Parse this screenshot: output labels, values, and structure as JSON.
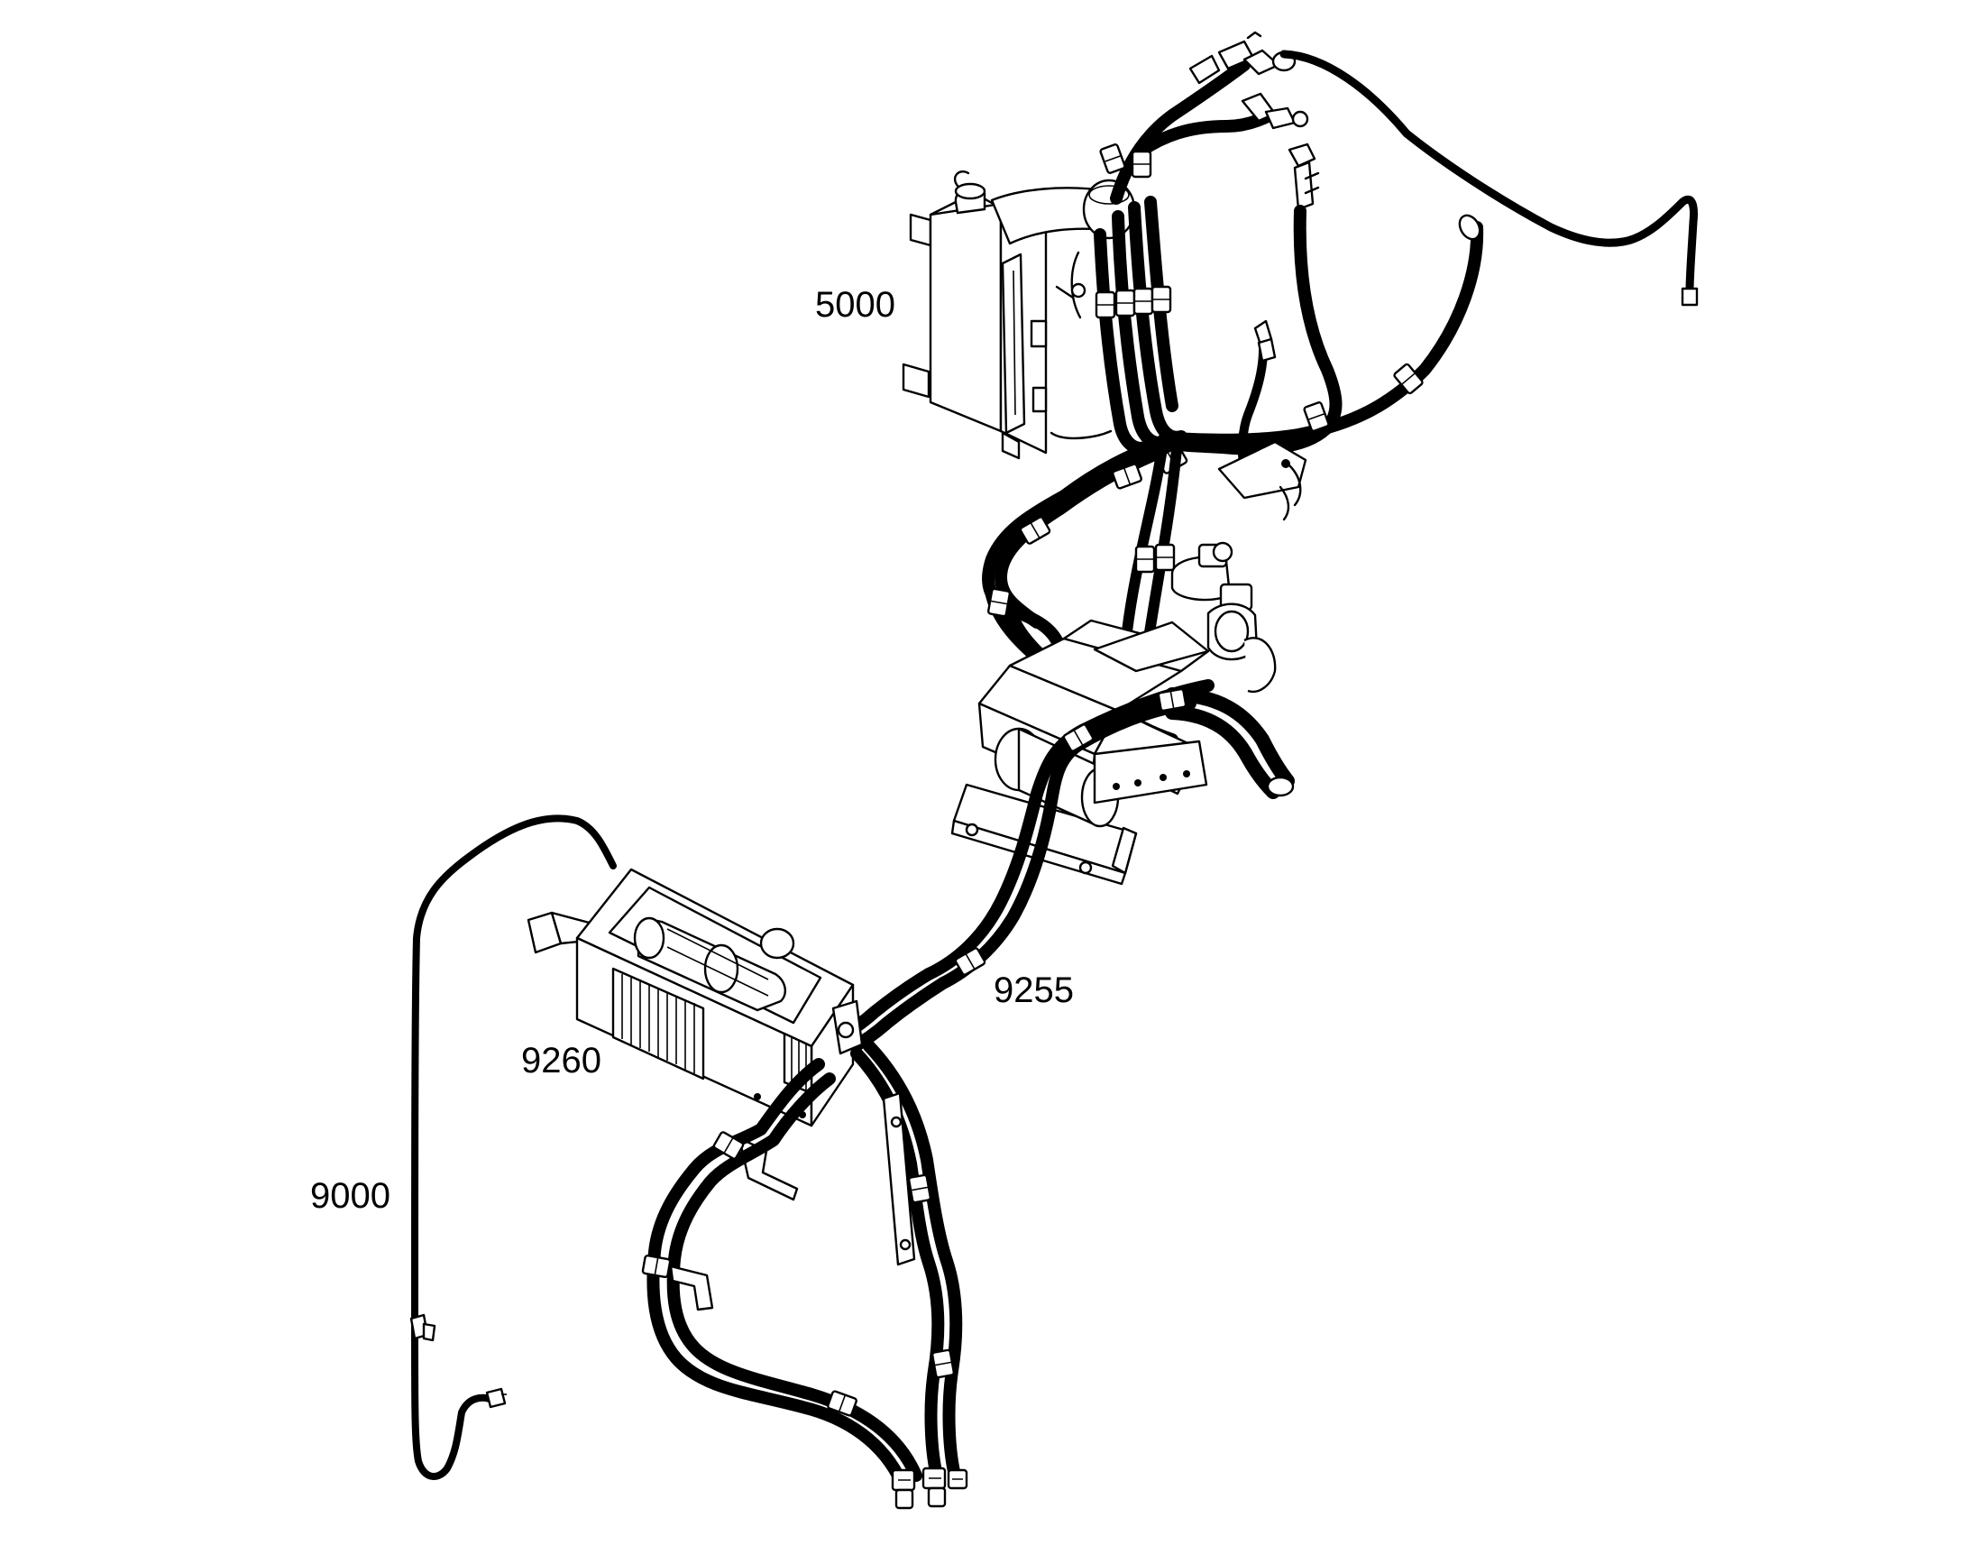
{
  "callouts": {
    "reservoir": "5000",
    "heater_hose": "9255",
    "heater_unit": "9260",
    "drain_line": "9000"
  }
}
